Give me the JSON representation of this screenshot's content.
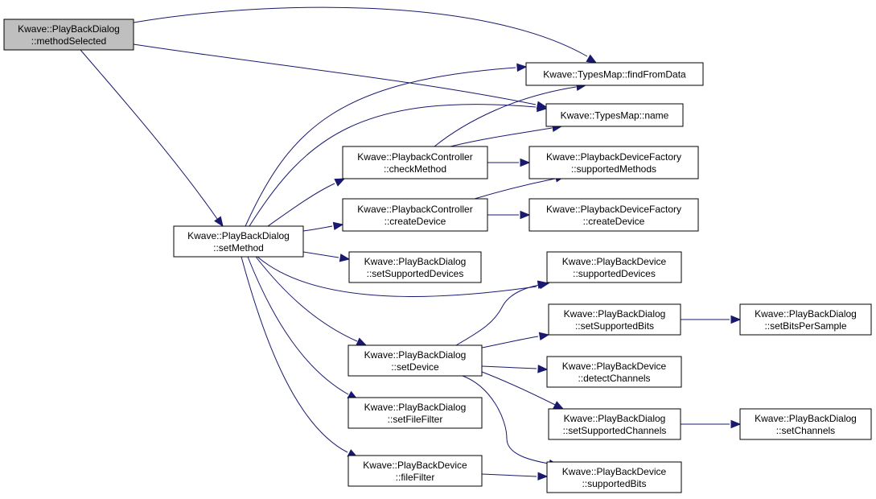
{
  "colors": {
    "node_fill": "#ffffff",
    "root_fill": "#bfbfbf",
    "node_border": "#000000",
    "edge": "#191970",
    "background": "#ffffff"
  },
  "nodes": [
    {
      "id": "methodSelected",
      "lines": [
        "Kwave::PlayBackDialog",
        "::methodSelected"
      ],
      "root": true
    },
    {
      "id": "setMethod",
      "lines": [
        "Kwave::PlayBackDialog",
        "::setMethod"
      ]
    },
    {
      "id": "findFromData",
      "lines": [
        "Kwave::TypesMap::findFromData"
      ]
    },
    {
      "id": "typesName",
      "lines": [
        "Kwave::TypesMap::name"
      ]
    },
    {
      "id": "checkMethod",
      "lines": [
        "Kwave::PlaybackController",
        "::checkMethod"
      ]
    },
    {
      "id": "createDeviceCtrl",
      "lines": [
        "Kwave::PlaybackController",
        "::createDevice"
      ]
    },
    {
      "id": "supportedMethods",
      "lines": [
        "Kwave::PlaybackDeviceFactory",
        "::supportedMethods"
      ]
    },
    {
      "id": "createDeviceFactory",
      "lines": [
        "Kwave::PlaybackDeviceFactory",
        "::createDevice"
      ]
    },
    {
      "id": "setSupportedDevices",
      "lines": [
        "Kwave::PlayBackDialog",
        "::setSupportedDevices"
      ]
    },
    {
      "id": "supportedDevices",
      "lines": [
        "Kwave::PlayBackDevice",
        "::supportedDevices"
      ]
    },
    {
      "id": "setDevice",
      "lines": [
        "Kwave::PlayBackDialog",
        "::setDevice"
      ]
    },
    {
      "id": "setSupportedBits",
      "lines": [
        "Kwave::PlayBackDialog",
        "::setSupportedBits"
      ]
    },
    {
      "id": "setBitsPerSample",
      "lines": [
        "Kwave::PlayBackDialog",
        "::setBitsPerSample"
      ]
    },
    {
      "id": "detectChannels",
      "lines": [
        "Kwave::PlayBackDevice",
        "::detectChannels"
      ]
    },
    {
      "id": "setFileFilter",
      "lines": [
        "Kwave::PlayBackDialog",
        "::setFileFilter"
      ]
    },
    {
      "id": "setSupportedChannels",
      "lines": [
        "Kwave::PlayBackDialog",
        "::setSupportedChannels"
      ]
    },
    {
      "id": "setChannels",
      "lines": [
        "Kwave::PlayBackDialog",
        "::setChannels"
      ]
    },
    {
      "id": "fileFilter",
      "lines": [
        "Kwave::PlayBackDevice",
        "::fileFilter"
      ]
    },
    {
      "id": "supportedBits",
      "lines": [
        "Kwave::PlayBackDevice",
        "::supportedBits"
      ]
    }
  ],
  "edges": [
    {
      "from": "methodSelected",
      "to": "findFromData"
    },
    {
      "from": "methodSelected",
      "to": "typesName"
    },
    {
      "from": "methodSelected",
      "to": "setMethod"
    },
    {
      "from": "setMethod",
      "to": "findFromData"
    },
    {
      "from": "setMethod",
      "to": "typesName"
    },
    {
      "from": "setMethod",
      "to": "checkMethod"
    },
    {
      "from": "setMethod",
      "to": "createDeviceCtrl"
    },
    {
      "from": "setMethod",
      "to": "setSupportedDevices"
    },
    {
      "from": "setMethod",
      "to": "supportedDevices"
    },
    {
      "from": "setMethod",
      "to": "setDevice"
    },
    {
      "from": "setMethod",
      "to": "setFileFilter"
    },
    {
      "from": "setMethod",
      "to": "fileFilter"
    },
    {
      "from": "checkMethod",
      "to": "findFromData"
    },
    {
      "from": "checkMethod",
      "to": "typesName"
    },
    {
      "from": "checkMethod",
      "to": "supportedMethods"
    },
    {
      "from": "createDeviceCtrl",
      "to": "supportedMethods"
    },
    {
      "from": "createDeviceCtrl",
      "to": "createDeviceFactory"
    },
    {
      "from": "setDevice",
      "to": "supportedDevices"
    },
    {
      "from": "setDevice",
      "to": "setSupportedBits"
    },
    {
      "from": "setDevice",
      "to": "detectChannels"
    },
    {
      "from": "setDevice",
      "to": "setSupportedChannels"
    },
    {
      "from": "setDevice",
      "to": "supportedBits"
    },
    {
      "from": "setSupportedBits",
      "to": "setBitsPerSample"
    },
    {
      "from": "setSupportedChannels",
      "to": "setChannels"
    },
    {
      "from": "fileFilter",
      "to": "supportedBits"
    }
  ]
}
